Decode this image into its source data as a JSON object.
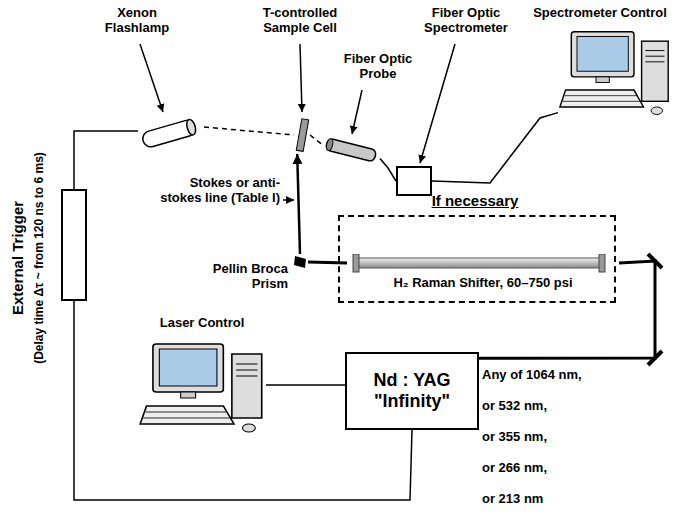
{
  "diagram": {
    "nodes": [
      {
        "text": [
          "Xenon Flashlamp"
        ]
      },
      {
        "text": [
          "T-controlled Sample Cell"
        ]
      },
      {
        "text": [
          "Fiber Optic Probe"
        ]
      },
      {
        "text": [
          "Fiber Optic Spectrometer"
        ]
      },
      {
        "text": [
          "Spectrometer Control"
        ]
      },
      {
        "text": [
          "If necessary"
        ]
      },
      {
        "text": [
          "H₂ Raman Shifter, 60–750 psi"
        ],
        "in": 5
      },
      {
        "text": [
          "Pellin Broca Prism"
        ]
      },
      {
        "text": [
          "Laser Control"
        ]
      },
      {
        "text": [
          "Nd : YAG \"Infinity\""
        ]
      }
    ],
    "edges": [
      {
        "from": 0,
        "to": 1,
        "arrow": "none"
      },
      {
        "from": 1,
        "to": 2,
        "arrow": "none"
      },
      {
        "from": 2,
        "to": 3,
        "arrow": "none"
      },
      {
        "from": 3,
        "to": 4,
        "arrow": "none"
      },
      {
        "from": 8,
        "to": 9,
        "arrow": "none"
      },
      {
        "from": 9,
        "to": 0,
        "arrow": "none"
      },
      {
        "from": 9,
        "to": 6,
        "arrow": "none"
      },
      {
        "from": 6,
        "to": 7,
        "arrow": "none"
      },
      {
        "from": 7,
        "to": 1,
        "arrow": "to"
      }
    ],
    "labels": [
      "Stokes or anti-stokes line (Table I)",
      "External Trigger",
      "(Delay time Δτ ~ from 120 ns to 6 ms)",
      "Any of 1064 nm,",
      "or 532 nm,",
      "or 355 nm,",
      "or 266 nm,",
      "or 213 nm"
    ]
  }
}
